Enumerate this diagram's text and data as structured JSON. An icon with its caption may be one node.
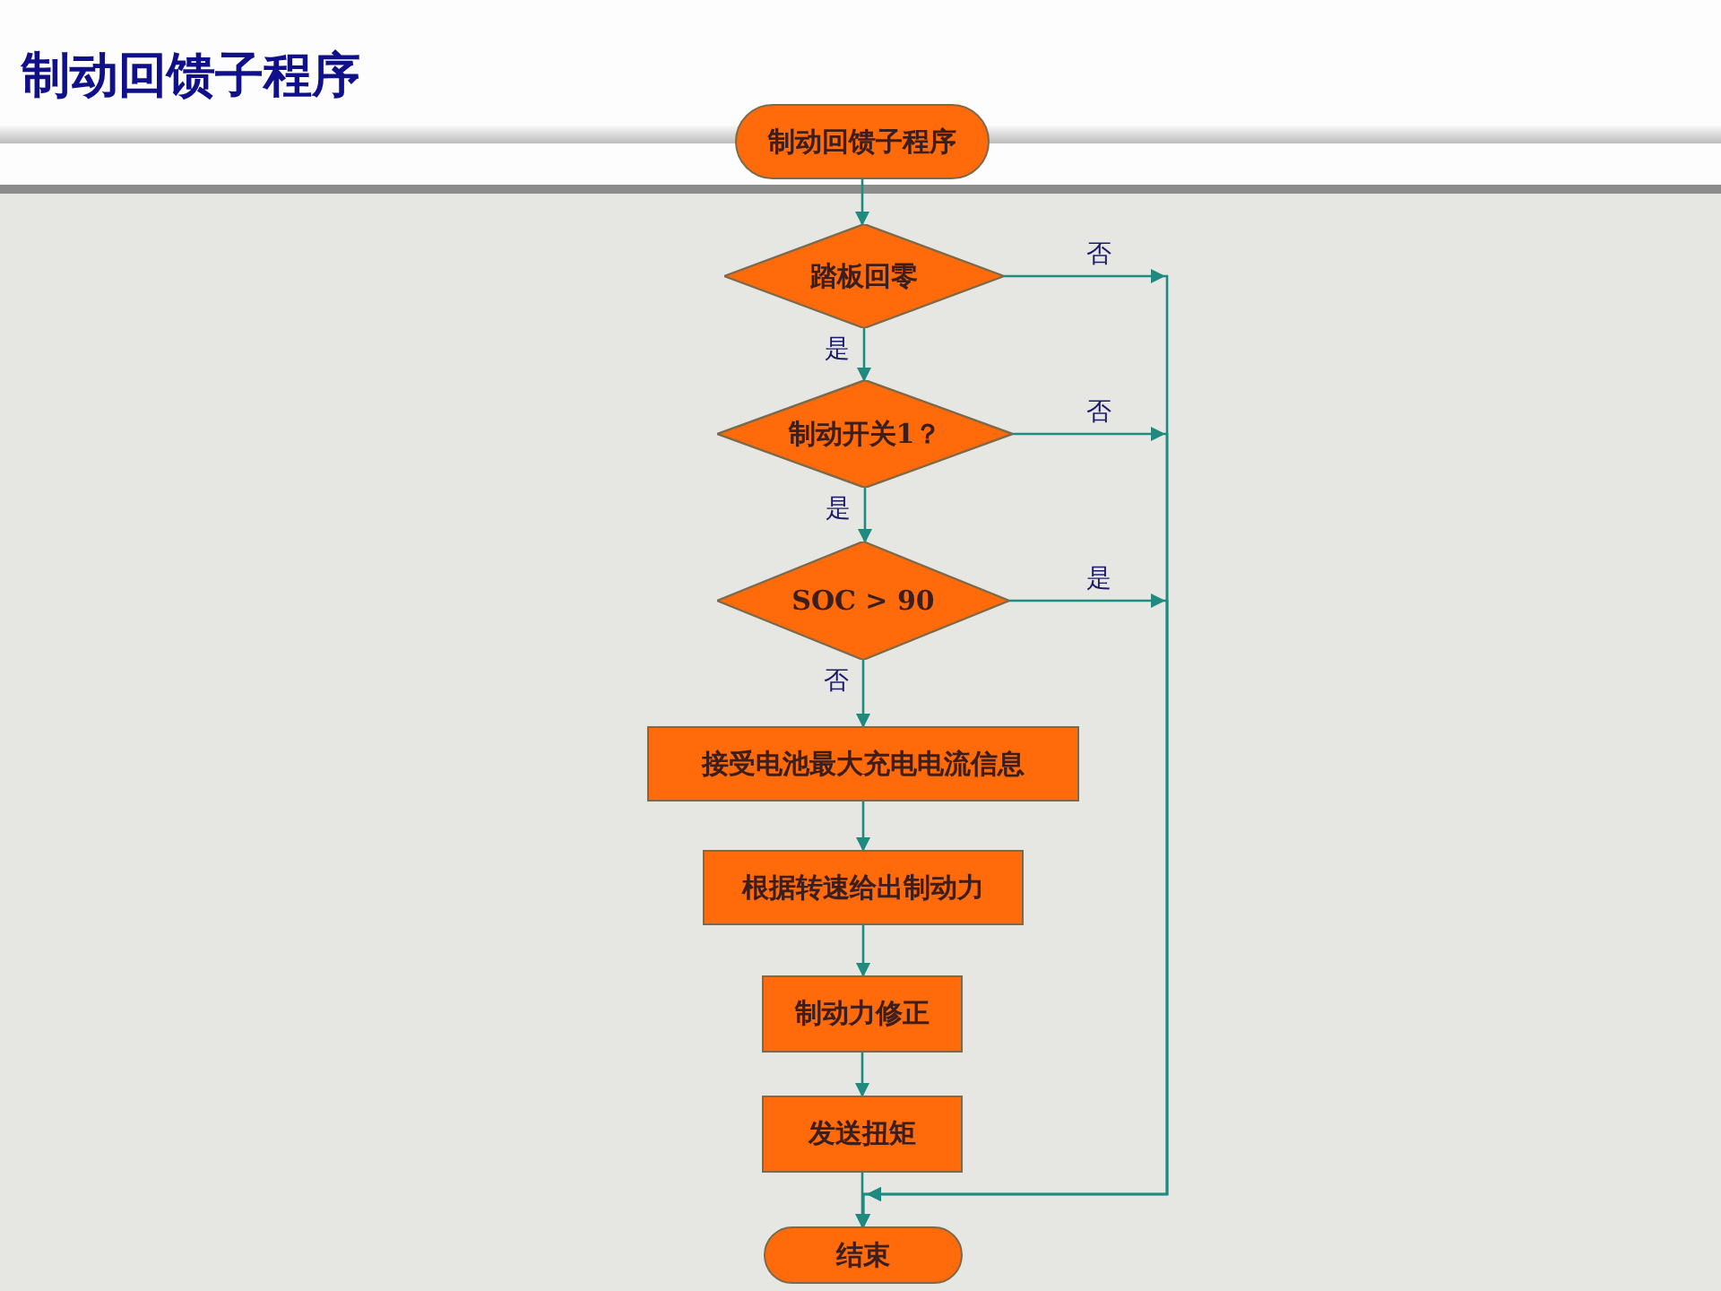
{
  "diagram": {
    "title": "制动回馈子程序",
    "nodes": [
      {
        "text": [
          "制动回馈子程序"
        ]
      },
      {
        "text": [
          "踏板回零"
        ]
      },
      {
        "text": [
          "制动开关1？"
        ]
      },
      {
        "text": [
          "SOC > 90"
        ]
      },
      {
        "text": [
          "接受电池最大充电电流信息"
        ]
      },
      {
        "text": [
          "根据转速给出制动力"
        ]
      },
      {
        "text": [
          "制动力修正"
        ]
      },
      {
        "text": [
          "发送扭矩"
        ]
      },
      {
        "text": [
          "结束"
        ]
      }
    ],
    "edges": [
      {
        "from": 0,
        "to": 1,
        "arrow": "to"
      },
      {
        "from": 1,
        "to": 2,
        "arrow": "to",
        "label": "是"
      },
      {
        "from": 2,
        "to": 3,
        "arrow": "to",
        "label": "是"
      },
      {
        "from": 3,
        "to": 4,
        "arrow": "to",
        "label": "否"
      },
      {
        "from": 4,
        "to": 5,
        "arrow": "to"
      },
      {
        "from": 5,
        "to": 6,
        "arrow": "to"
      },
      {
        "from": 6,
        "to": 7,
        "arrow": "to"
      },
      {
        "from": 7,
        "to": 8,
        "arrow": "to"
      },
      {
        "from": 1,
        "to": 8,
        "arrow": "to",
        "label": "否"
      },
      {
        "from": 2,
        "to": 8,
        "arrow": "to",
        "label": "否"
      },
      {
        "from": 3,
        "to": 8,
        "arrow": "to",
        "label": "是"
      }
    ]
  }
}
